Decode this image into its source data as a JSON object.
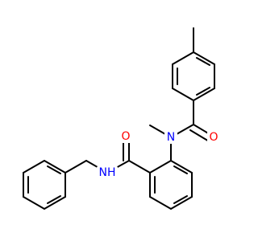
{
  "molecule": {
    "labels": {
      "amide_oxygen_top": "O",
      "amide_nitrogen_methyl": "N",
      "amide_oxygen_bottom": "O",
      "amide_nitrogen_h": "NH"
    },
    "colors": {
      "bond": "#000000",
      "oxygen": "#ff0000",
      "nitrogen": "#0000ff",
      "background": "#ffffff"
    }
  }
}
